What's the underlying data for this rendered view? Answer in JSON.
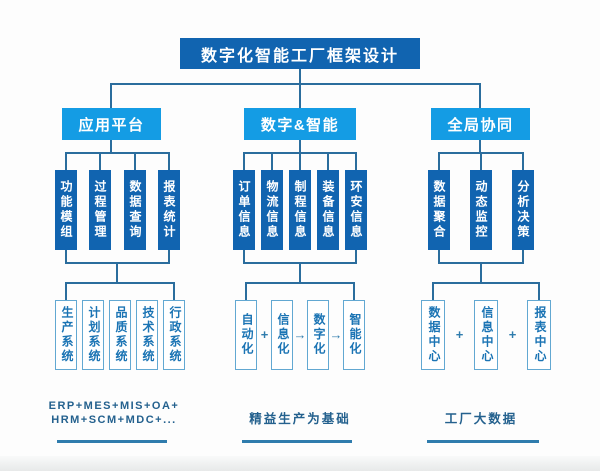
{
  "title": "数字化智能工厂框架设计",
  "branches": [
    {
      "header": "应用平台",
      "modules": [
        "功能模组",
        "过程管理",
        "数据查询",
        "报表统计"
      ],
      "systems": [
        "生产系统",
        "计划系统",
        "品质系统",
        "技术系统",
        "行政系统"
      ],
      "separators": [],
      "footer_lines": [
        "ERP+MES+MIS+OA+",
        "HRM+SCM+MDC+..."
      ]
    },
    {
      "header": "数字&智能",
      "modules": [
        "订单信息",
        "物流信息",
        "制程信息",
        "装备信息",
        "环安信息"
      ],
      "systems": [
        "自动化",
        "信息化",
        "数字化",
        "智能化"
      ],
      "separators": [
        "+",
        "→",
        "→"
      ],
      "footer_lines": [
        "精益生产为基础"
      ]
    },
    {
      "header": "全局协同",
      "modules": [
        "数据聚合",
        "动态监控",
        "分析决策"
      ],
      "systems": [
        "数据中心",
        "信息中心",
        "报表中心"
      ],
      "separators": [
        "+",
        "+"
      ],
      "footer_lines": [
        "工厂大数据"
      ]
    }
  ],
  "colors": {
    "primary_dark": "#1164b0",
    "primary_bright": "#149ce4",
    "connector": "#2b6d9d",
    "light_box_border": "#62a8d2",
    "light_box_text": "#1b74b4",
    "footer_text": "#24618e"
  }
}
